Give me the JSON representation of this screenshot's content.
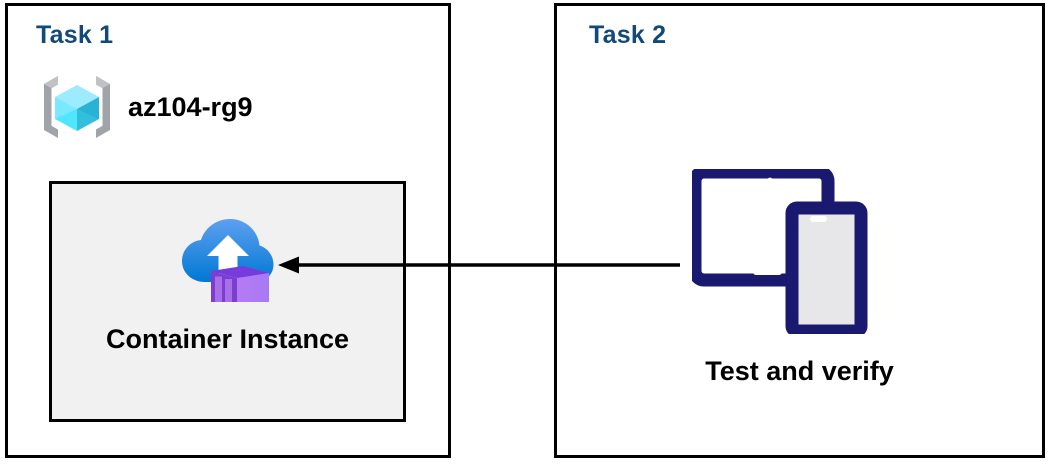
{
  "diagram": {
    "title": "Azure Container Instance task diagram",
    "background": "#ffffff",
    "border_color": "#000000",
    "accent_heading_color": "#12497B",
    "inner_box_fill": "#F1F1F1",
    "device_icon_color": "#191970"
  },
  "task1": {
    "title": "Task 1",
    "resource_group": {
      "icon": "azure-resource-group-icon",
      "label": "az104-rg9"
    },
    "resource": {
      "icon": "azure-container-instance-icon",
      "label": "Container Instance"
    }
  },
  "task2": {
    "title": "Task 2",
    "verification": {
      "icon": "tablet-and-phone-devices-icon",
      "label": "Test and verify"
    }
  },
  "connector": {
    "name": "arrow-task2-to-container-instance",
    "direction": "right-to-left",
    "from": "Test and verify",
    "to": "Container Instance",
    "color": "#000000"
  }
}
